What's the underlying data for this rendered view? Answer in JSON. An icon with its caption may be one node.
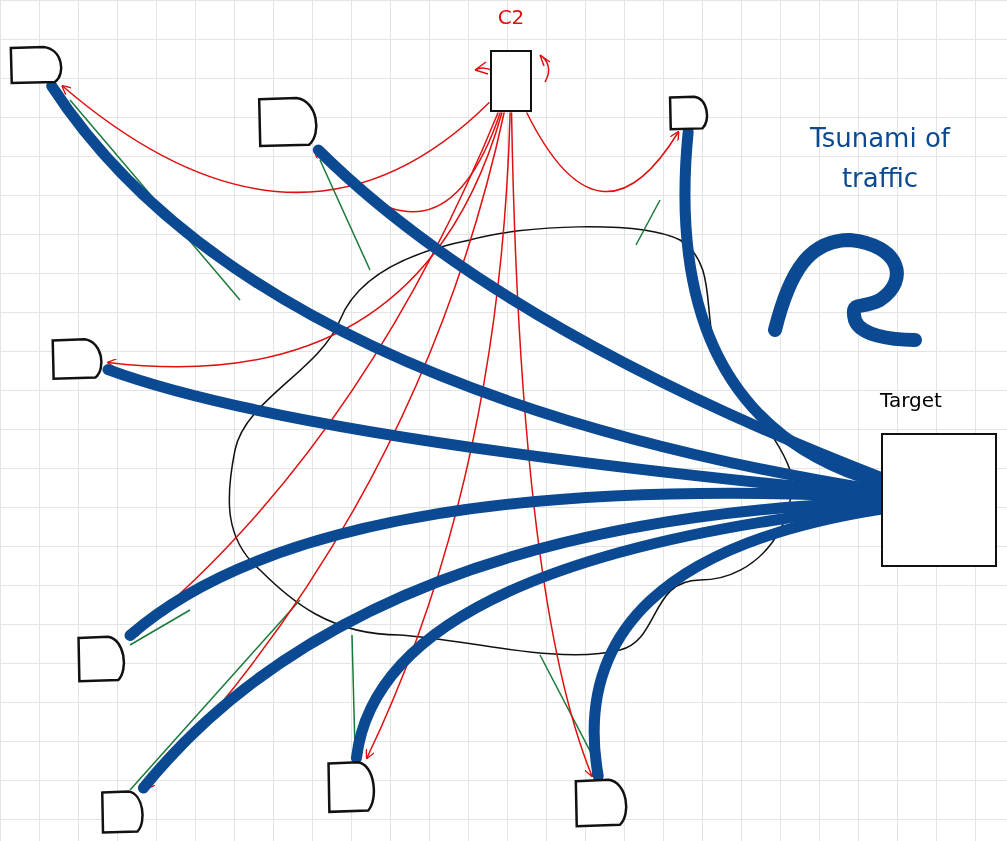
{
  "diagram": {
    "nodes": [
      {
        "text": [
          "C2"
        ]
      },
      {
        "text": [],
        "shape": "box"
      },
      {
        "text": [],
        "shape": "box"
      },
      {
        "text": [],
        "shape": "box"
      },
      {
        "text": [],
        "shape": "box"
      },
      {
        "text": [],
        "shape": "box"
      },
      {
        "text": [],
        "shape": "box"
      },
      {
        "text": [],
        "shape": "box"
      },
      {
        "text": [],
        "shape": "box"
      },
      {
        "text": [
          "Target"
        ]
      }
    ],
    "edges": [
      {
        "from": 0,
        "to": 1,
        "arrow": "to",
        "color": "#e01010"
      },
      {
        "from": 0,
        "to": 2,
        "arrow": "to",
        "color": "#e01010"
      },
      {
        "from": 0,
        "to": 3,
        "arrow": "to",
        "color": "#e01010"
      },
      {
        "from": 0,
        "to": 4,
        "arrow": "to",
        "color": "#e01010"
      },
      {
        "from": 0,
        "to": 5,
        "arrow": "to",
        "color": "#e01010"
      },
      {
        "from": 0,
        "to": 6,
        "arrow": "to",
        "color": "#e01010"
      },
      {
        "from": 0,
        "to": 7,
        "arrow": "to",
        "color": "#e01010"
      },
      {
        "from": 0,
        "to": 8,
        "arrow": "to",
        "color": "#e01010"
      },
      {
        "from": 1,
        "to": 9,
        "arrow": "none",
        "style": "thick",
        "color": "#0b4a92"
      },
      {
        "from": 2,
        "to": 9,
        "arrow": "none",
        "style": "thick",
        "color": "#0b4a92"
      },
      {
        "from": 3,
        "to": 9,
        "arrow": "none",
        "style": "thick",
        "color": "#0b4a92"
      },
      {
        "from": 4,
        "to": 9,
        "arrow": "none",
        "style": "thick",
        "color": "#0b4a92"
      },
      {
        "from": 5,
        "to": 9,
        "arrow": "none",
        "style": "thick",
        "color": "#0b4a92"
      },
      {
        "from": 6,
        "to": 9,
        "arrow": "none",
        "style": "thick",
        "color": "#0b4a92"
      },
      {
        "from": 7,
        "to": 9,
        "arrow": "none",
        "style": "thick",
        "color": "#0b4a92"
      },
      {
        "from": 8,
        "to": 9,
        "arrow": "none",
        "style": "thick",
        "color": "#0b4a92"
      }
    ],
    "labels": [
      "Tsunami of traffic"
    ]
  }
}
